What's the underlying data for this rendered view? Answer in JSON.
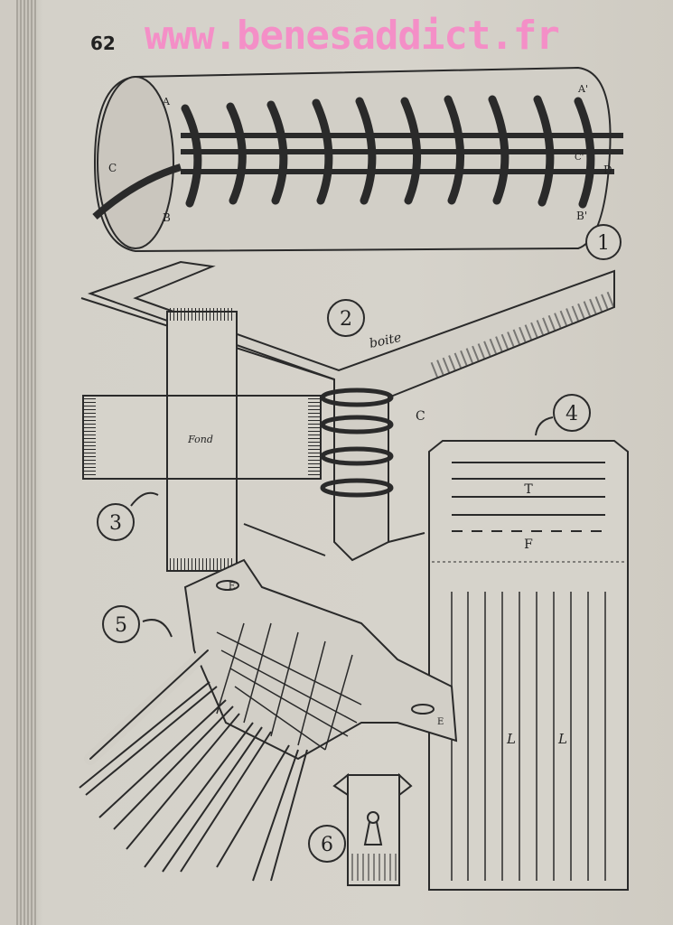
{
  "page_number": "62",
  "watermark": "www.benesaddict.fr",
  "figures": {
    "fig1": {
      "number": "1",
      "labels": {
        "a": "A",
        "a_prime": "A'",
        "b": "B",
        "b_prime": "B'",
        "c": "C",
        "c_prime": "C'",
        "d": "D"
      }
    },
    "fig2": {
      "number": "2",
      "box_label": "boite",
      "c_label": "C"
    },
    "fig3": {
      "number": "3",
      "center_label": "Fond"
    },
    "fig4": {
      "number": "4",
      "labels": {
        "t": "T",
        "f": "F",
        "l1": "L",
        "l2": "L"
      }
    },
    "fig5": {
      "number": "5",
      "labels": {
        "e1": "E",
        "e2": "E"
      }
    },
    "fig6": {
      "number": "6"
    }
  }
}
